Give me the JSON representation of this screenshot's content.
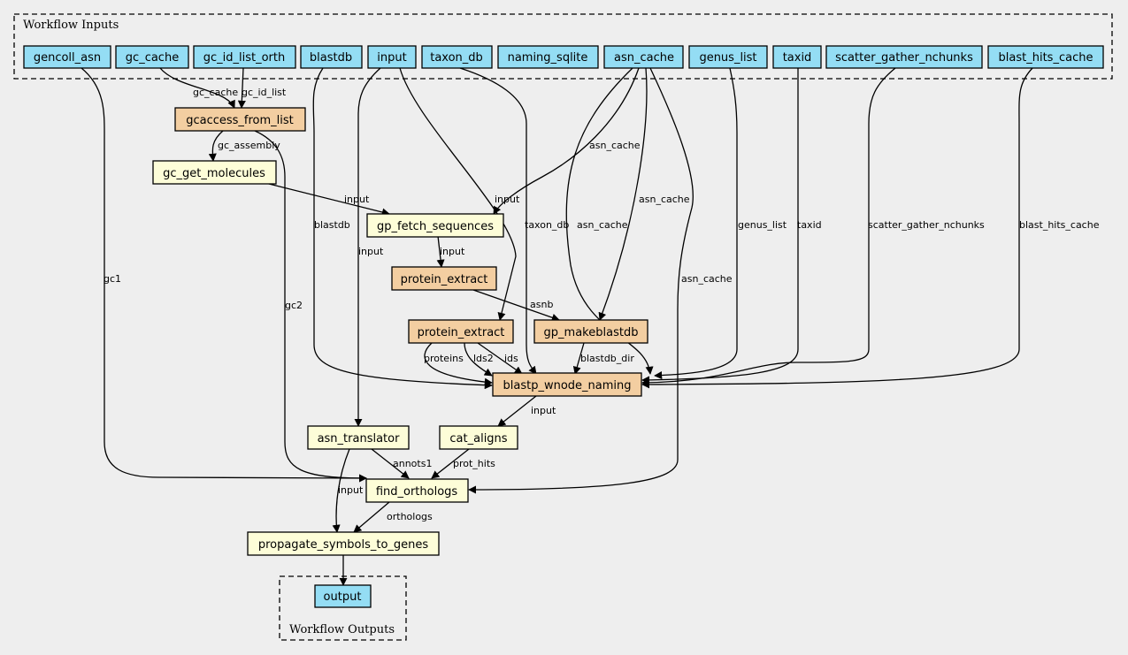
{
  "colors": {
    "background": "#eeeeee",
    "input_node": "#94ddf4",
    "command_node": "#f3cea1",
    "expression_node": "#fdfdd8",
    "output_node": "#94ddf4"
  },
  "clusters": {
    "inputs_label": "Workflow Inputs",
    "outputs_label": "Workflow Outputs"
  },
  "nodes": {
    "gencoll_asn": "gencoll_asn",
    "gc_cache": "gc_cache",
    "gc_id_list_orth": "gc_id_list_orth",
    "blastdb": "blastdb",
    "input": "input",
    "taxon_db": "taxon_db",
    "naming_sqlite": "naming_sqlite",
    "asn_cache": "asn_cache",
    "genus_list": "genus_list",
    "taxid": "taxid",
    "scatter_gather_nchunks": "scatter_gather_nchunks",
    "blast_hits_cache": "blast_hits_cache",
    "gcaccess_from_list": "gcaccess_from_list",
    "gc_get_molecules": "gc_get_molecules",
    "gp_fetch_sequences": "gp_fetch_sequences",
    "protein_extract_1": "protein_extract",
    "protein_extract_2": "protein_extract",
    "gp_makeblastdb": "gp_makeblastdb",
    "blastp_wnode_naming": "blastp_wnode_naming",
    "asn_translator": "asn_translator",
    "cat_aligns": "cat_aligns",
    "find_orthologs": "find_orthologs",
    "propagate_symbols_to_genes": "propagate_symbols_to_genes",
    "output": "output"
  },
  "edge_labels": {
    "gc_cache": "gc_cache",
    "gc_id_list": "gc_id_list",
    "gc_assembly": "gc_assembly",
    "gc1": "gc1",
    "gc2": "gc2",
    "blastdb": "blastdb",
    "input_fetch": "input",
    "input_translator": "input",
    "input_protein_extract": "input",
    "input_protein_extract2": "input",
    "taxon_db": "taxon_db",
    "asn_cache_fetch": "asn_cache",
    "asn_cache_blastp": "asn_cache",
    "asn_cache_makeblastdb": "asn_cache",
    "asn_cache_orthologs": "asn_cache",
    "genus_list": "genus_list",
    "taxid": "taxid",
    "scatter_gather_nchunks": "scatter_gather_nchunks",
    "blast_hits_cache": "blast_hits_cache",
    "asnb": "asnb",
    "proteins": "proteins",
    "lds2": "lds2",
    "ids": "ids",
    "blastdb_dir": "blastdb_dir",
    "input_cat": "input",
    "annots1": "annots1",
    "prot_hits": "prot_hits",
    "input_propagate": "input",
    "orthologs": "orthologs"
  }
}
